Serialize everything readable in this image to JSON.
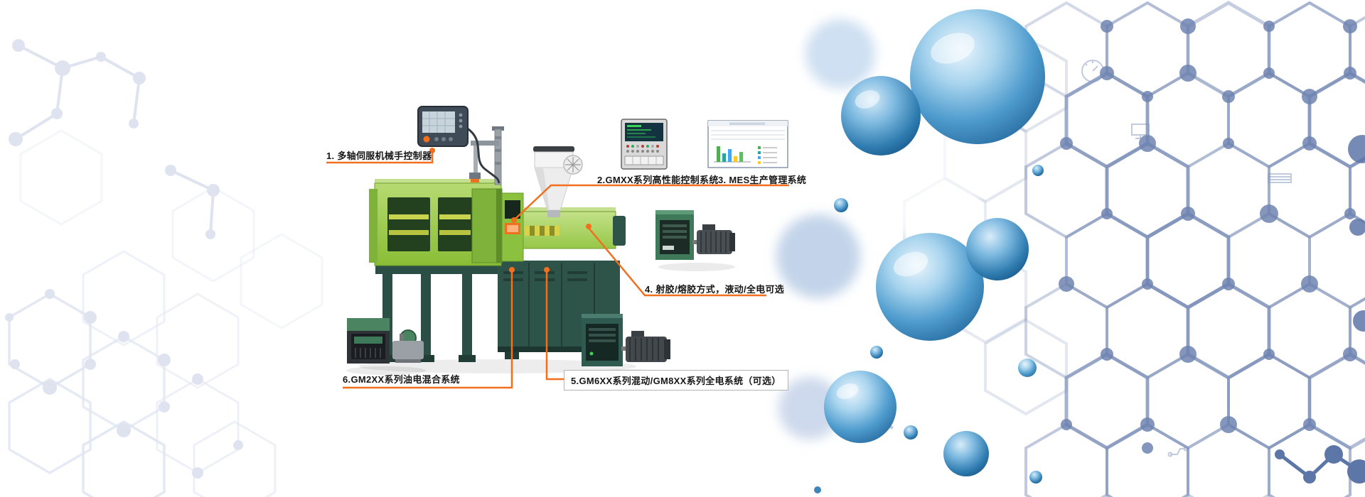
{
  "diagram": {
    "callouts": [
      {
        "label": "1. 多轴伺服机械手控制器"
      },
      {
        "label": "2.GMXX系列高性能控制系统"
      },
      {
        "label": "3. MES生产管理系统"
      },
      {
        "label": "4. 射胶/熔胶方式，液动/全电可选"
      },
      {
        "label": "5.GM6XX系列混动/GM8XX系列全电系统（可选）"
      },
      {
        "label": "6.GM2XX系列油电混合系统"
      }
    ]
  },
  "colors": {
    "accent_orange": "#f26f1d",
    "machine_green": "#9ccb3c",
    "machine_dark_teal": "#2e5348",
    "molecule_blue": "#6f84b1",
    "molecule_light": "#dfe4f0",
    "sphere_blue": "#2f7cb0"
  }
}
